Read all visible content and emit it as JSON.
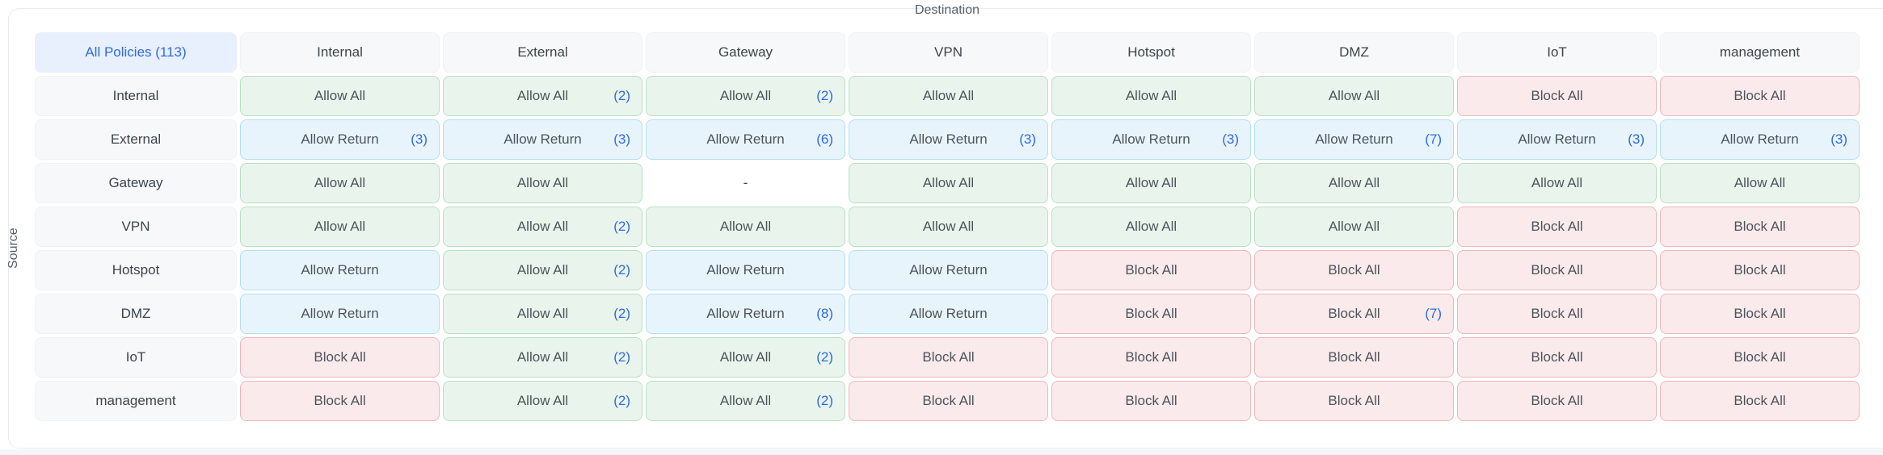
{
  "axis": {
    "destination_label": "Destination",
    "source_label": "Source"
  },
  "all_policies": {
    "label": "All Policies (113)"
  },
  "columns": [
    "Internal",
    "External",
    "Gateway",
    "VPN",
    "Hotspot",
    "DMZ",
    "IoT",
    "management"
  ],
  "rows": [
    {
      "label": "Internal",
      "cells": [
        {
          "action": "Allow All"
        },
        {
          "action": "Allow All",
          "count": "(2)"
        },
        {
          "action": "Allow All",
          "count": "(2)"
        },
        {
          "action": "Allow All"
        },
        {
          "action": "Allow All"
        },
        {
          "action": "Allow All"
        },
        {
          "action": "Block All"
        },
        {
          "action": "Block All"
        }
      ]
    },
    {
      "label": "External",
      "cells": [
        {
          "action": "Allow Return",
          "count": "(3)"
        },
        {
          "action": "Allow Return",
          "count": "(3)"
        },
        {
          "action": "Allow Return",
          "count": "(6)"
        },
        {
          "action": "Allow Return",
          "count": "(3)"
        },
        {
          "action": "Allow Return",
          "count": "(3)"
        },
        {
          "action": "Allow Return",
          "count": "(7)"
        },
        {
          "action": "Allow Return",
          "count": "(3)"
        },
        {
          "action": "Allow Return",
          "count": "(3)"
        }
      ]
    },
    {
      "label": "Gateway",
      "cells": [
        {
          "action": "Allow All"
        },
        {
          "action": "Allow All"
        },
        {
          "action": "-"
        },
        {
          "action": "Allow All"
        },
        {
          "action": "Allow All"
        },
        {
          "action": "Allow All"
        },
        {
          "action": "Allow All"
        },
        {
          "action": "Allow All"
        }
      ]
    },
    {
      "label": "VPN",
      "cells": [
        {
          "action": "Allow All"
        },
        {
          "action": "Allow All",
          "count": "(2)"
        },
        {
          "action": "Allow All"
        },
        {
          "action": "Allow All"
        },
        {
          "action": "Allow All"
        },
        {
          "action": "Allow All"
        },
        {
          "action": "Block All"
        },
        {
          "action": "Block All"
        }
      ]
    },
    {
      "label": "Hotspot",
      "cells": [
        {
          "action": "Allow Return"
        },
        {
          "action": "Allow All",
          "count": "(2)"
        },
        {
          "action": "Allow Return"
        },
        {
          "action": "Allow Return"
        },
        {
          "action": "Block All"
        },
        {
          "action": "Block All"
        },
        {
          "action": "Block All"
        },
        {
          "action": "Block All"
        }
      ]
    },
    {
      "label": "DMZ",
      "cells": [
        {
          "action": "Allow Return"
        },
        {
          "action": "Allow All",
          "count": "(2)"
        },
        {
          "action": "Allow Return",
          "count": "(8)"
        },
        {
          "action": "Allow Return"
        },
        {
          "action": "Block All"
        },
        {
          "action": "Block All",
          "count": "(7)"
        },
        {
          "action": "Block All"
        },
        {
          "action": "Block All"
        }
      ]
    },
    {
      "label": "IoT",
      "cells": [
        {
          "action": "Block All"
        },
        {
          "action": "Allow All",
          "count": "(2)"
        },
        {
          "action": "Allow All",
          "count": "(2)"
        },
        {
          "action": "Block All"
        },
        {
          "action": "Block All"
        },
        {
          "action": "Block All"
        },
        {
          "action": "Block All"
        },
        {
          "action": "Block All"
        }
      ]
    },
    {
      "label": "management",
      "cells": [
        {
          "action": "Block All"
        },
        {
          "action": "Allow All",
          "count": "(2)"
        },
        {
          "action": "Allow All",
          "count": "(2)"
        },
        {
          "action": "Block All"
        },
        {
          "action": "Block All"
        },
        {
          "action": "Block All"
        },
        {
          "action": "Block All"
        },
        {
          "action": "Block All"
        }
      ]
    }
  ],
  "colors": {
    "allow-bg": "#e9f5ec",
    "allow-border": "#b9e0c3",
    "return-bg": "#e8f4fc",
    "return-border": "#b3ddf4",
    "block-bg": "#faeaeb",
    "block-border": "#efb7b9",
    "header-bg": "#f7f8f9",
    "header-border": "#f0f2f4",
    "all-policies-bg": "#e8effd",
    "accent-blue": "#2e6be4",
    "cell-text": "#4d545c",
    "header-text": "#3d444c",
    "axis-text": "#566069",
    "card-border": "#e9ebef"
  }
}
